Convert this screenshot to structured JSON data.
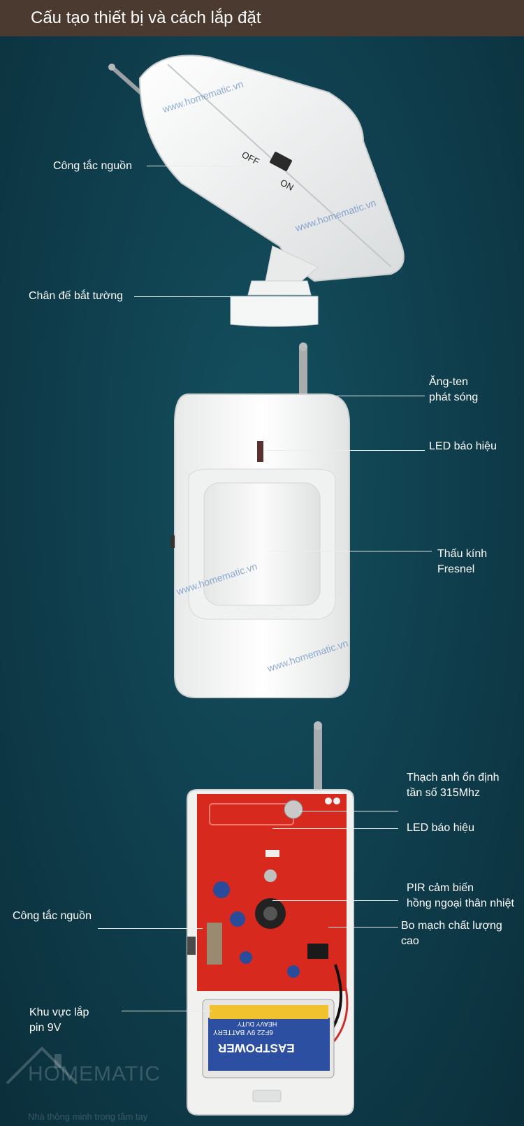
{
  "header": {
    "title": "Cấu tạo thiết bị và cách lắp đặt"
  },
  "section1": {
    "labels": {
      "power_switch": "Công tắc nguồn",
      "wall_mount": "Chân đế bắt tường"
    },
    "device_switch_off": "OFF",
    "device_switch_on": "ON"
  },
  "section2": {
    "labels": {
      "antenna_line1": "Ăng-ten",
      "antenna_line2": "phát sóng",
      "led": "LED báo hiệu",
      "lens_line1": "Thấu kính",
      "lens_line2": "Fresnel"
    }
  },
  "section3": {
    "labels": {
      "crystal_line1": "Thạch anh ổn định",
      "crystal_line2": "tần số 315Mhz",
      "led": "LED báo hiệu",
      "pir_line1": "PIR cảm biến",
      "pir_line2": "hồng ngoại thân nhiệt",
      "power_switch": "Công tắc nguồn",
      "board_line1": "Bo mạch chất lượng",
      "board_line2": "cao",
      "battery_area_line1": "Khu vực lắp",
      "battery_area_line2": "pin 9V"
    },
    "battery_brand": "EASTPOWER",
    "battery_model": "6F22 9V BATTERY",
    "battery_duty": "HEAVY DUTY"
  },
  "watermark": "www.homematic.vn",
  "logo": {
    "name": "HOMEMATIC",
    "tagline": "Nhà thông minh trong tầm tay"
  },
  "colors": {
    "background": "#0e3a4a",
    "title_bar": "#4a3a30",
    "pcb_red": "#d8291f",
    "device_white": "#f3f3f1",
    "watermark": "#3b6fb6"
  }
}
